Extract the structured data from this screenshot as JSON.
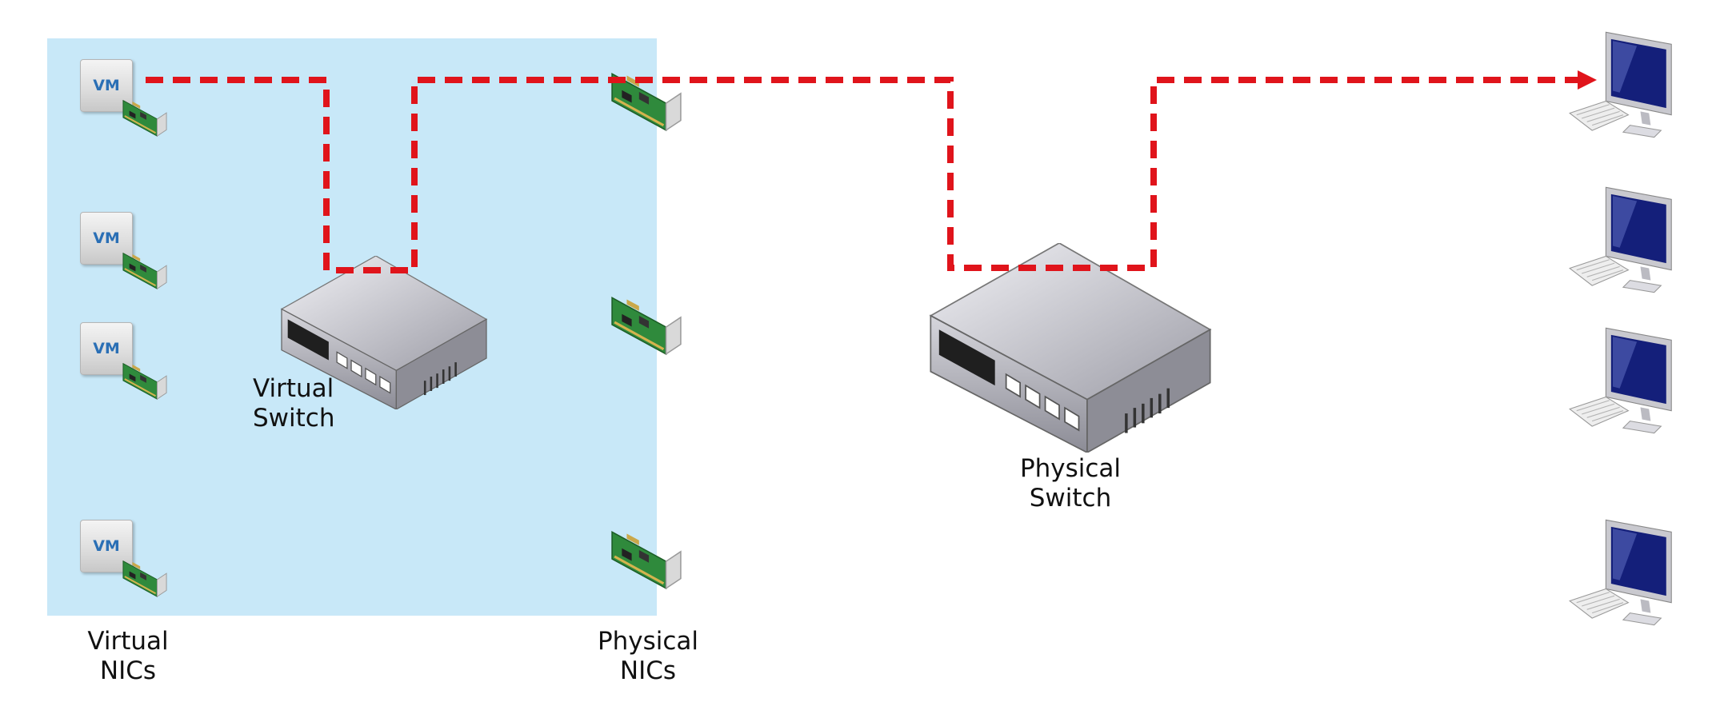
{
  "labels": {
    "virtual_switch": "Virtual\nSwitch",
    "physical_switch": "Physical\nSwitch",
    "virtual_nics": "Virtual\nNICs",
    "physical_nics": "Physical\nNICs"
  },
  "vm_badge": "VM",
  "colors": {
    "host_box": "#c8e8f8",
    "path": "#e0141b",
    "nic_board": "#2f8a3c"
  },
  "icons": [
    "vm-icon",
    "nic-card-icon",
    "switch-icon",
    "computer-icon"
  ]
}
